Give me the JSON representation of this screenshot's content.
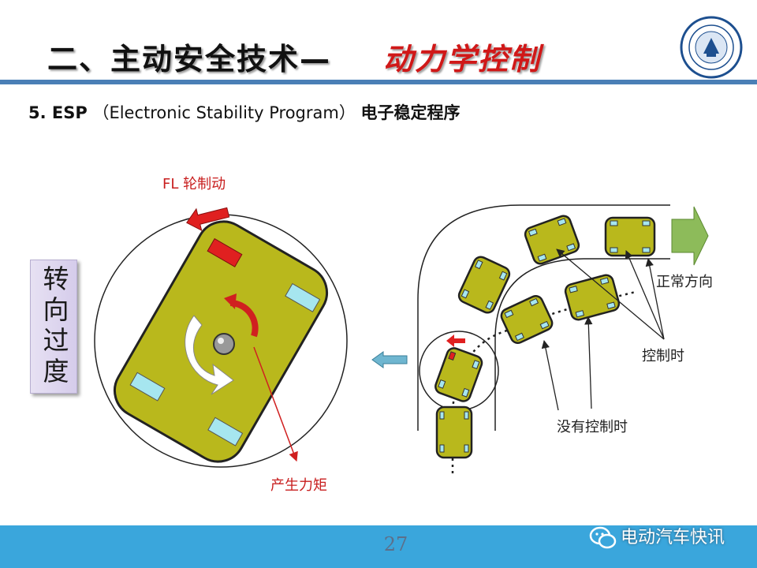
{
  "title": {
    "prefix": "二、主动安全技术—",
    "accent": "动力学控制"
  },
  "subtitle": {
    "number": "5. ESP",
    "paren_text": "（Electronic Stability Program）",
    "cn": "电子稳定程序"
  },
  "side_label": "转向过度",
  "labels": {
    "fl_brake": "FL 轮制动",
    "torque": "产生力矩",
    "normal_direction": "正常方向",
    "with_control": "控制时",
    "without_control": "没有控制时"
  },
  "page_number": "27",
  "watermark": "电动汽车快讯",
  "colors": {
    "car_body": "#b9b81c",
    "tire_blue": "#a6e6ef",
    "brake_red": "#e02020",
    "title_red": "#d01818",
    "rule_blue": "#4a7fb6",
    "bottom_bar": "#3aa6dc",
    "arrow_green": "#8dbb5a"
  },
  "icons": {
    "logo": "university-seal-icon",
    "watermark": "wechat-icon"
  }
}
